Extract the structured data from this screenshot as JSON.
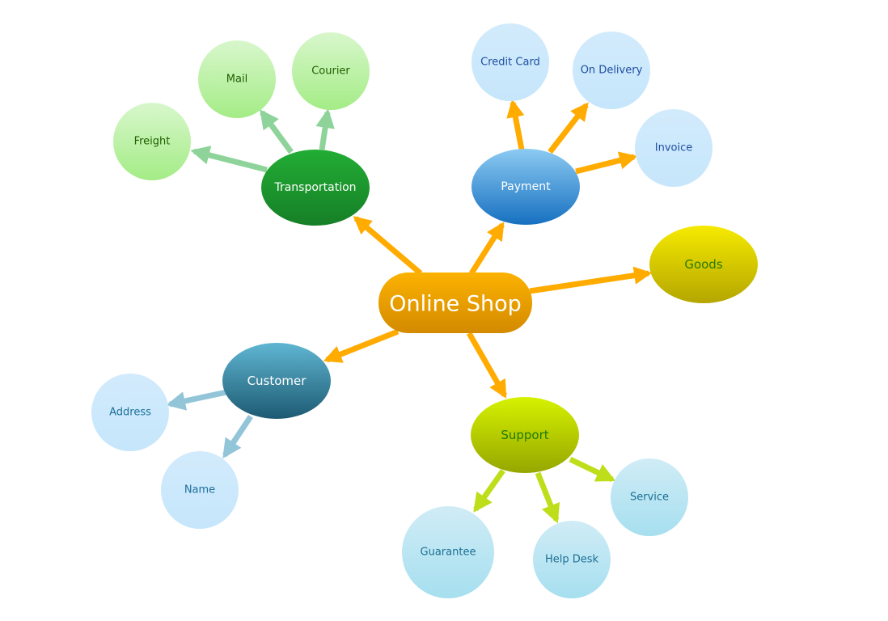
{
  "diagram": {
    "center": "Online Shop",
    "branches": {
      "transportation": {
        "label": "Transportation",
        "children": [
          "Freight",
          "Mail",
          "Courier"
        ]
      },
      "payment": {
        "label": "Payment",
        "children": [
          "Credit Card",
          "On Delivery",
          "Invoice"
        ]
      },
      "goods": {
        "label": "Goods"
      },
      "customer": {
        "label": "Customer",
        "children": [
          "Address",
          "Name"
        ]
      },
      "support": {
        "label": "Support",
        "children": [
          "Guarantee",
          "Help Desk",
          "Service"
        ]
      }
    }
  },
  "colors": {
    "center": "#f5a800",
    "main_arrow": "#ffab00",
    "transportation": "#1e9e30",
    "transport_arrow": "#8ed49a",
    "payment": "#3c94dc",
    "goods": "#e0d200",
    "customer": "#3a8aa8",
    "customer_arrow": "#92c5d8",
    "support": "#bcd800",
    "support_arrow": "#bede1a"
  }
}
